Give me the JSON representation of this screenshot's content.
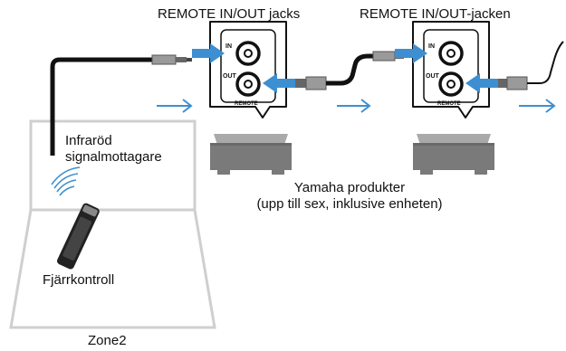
{
  "labels": {
    "jacks_1": "REMOTE IN/OUT jacks",
    "jacks_2": "REMOTE IN/OUT-jacken",
    "ir_receiver_line1": "Infraröd",
    "ir_receiver_line2": "signalmottagare",
    "products_line1": "Yamaha produkter",
    "products_line2": "(upp till sex, inklusive enheten)",
    "remote_control": "Fjärrkontroll",
    "zone": "Zone2"
  },
  "jack_panel": {
    "in_label": "IN",
    "out_label": "OUT",
    "remote_label": "REMOTE"
  },
  "colors": {
    "arrow": "#3d8fd1",
    "outline": "#111111",
    "cable": "#111111",
    "room": "#c8c8c8",
    "device": "#7a7a7a",
    "plug": "#9a9a9a"
  }
}
